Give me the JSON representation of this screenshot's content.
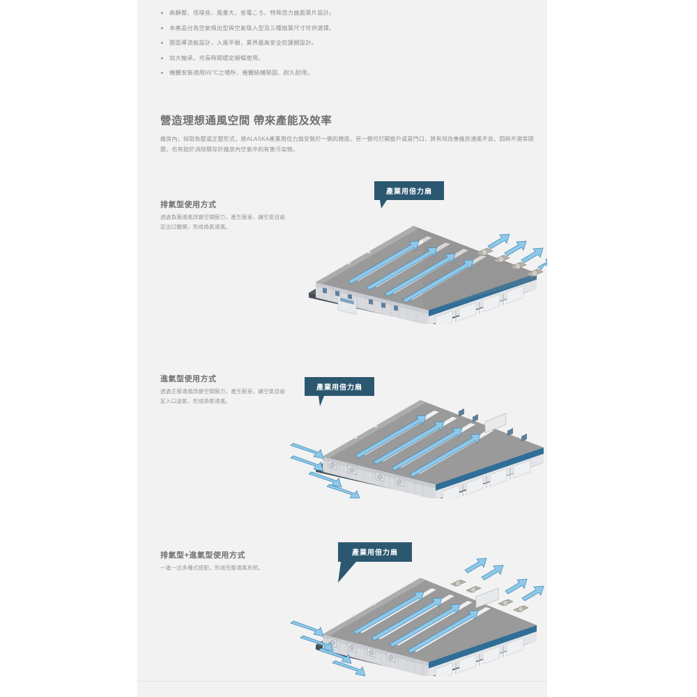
{
  "page": {
    "background_color": "#f2f2f2",
    "outer_background": "#ffffff"
  },
  "features": {
    "items": [
      "高靜壓、低噪音、風量大、省電ころ、特殊倍力曲面葉片設計。",
      "本產品分為空氣噴出型與空氣吸入型及三種扇葉尺寸可供選擇。",
      "圓弧導流板設計，入風平順，業界最高安全防護網設計。",
      "加大軸承，可長時間穩定順暢使用。",
      "機體安裝適用65°C之場所，機體結構堅固、耐久耐用。"
    ]
  },
  "headline": {
    "title": "營造理想通風空間 帶來產能及效率",
    "paragraph": "廠房內，採取負壓或正壓形式，將ALASKA產業用倍力扇安裝於一側的牆面，另一側可打開窗戶或是門口，將有效改善廠房通風不良、悶熱不適等問題，也有助於消除積存於廠房內空氣中的有害污染物。"
  },
  "sections": [
    {
      "id": "exhaust",
      "title": "排氣型使用方式",
      "body": "透過負壓通風改變空間壓力，產生壓差，讓空氣自設定出口離開，形成換氣通風。",
      "callout": "產業用倍力扇",
      "flow": "outflow"
    },
    {
      "id": "intake",
      "title": "進氣型使用方式",
      "body": "透過正壓通風改變空間壓力，產生壓差，讓空氣自設定入口送氣，形成換氣通風。",
      "callout": "產業用倍力扇",
      "flow": "inflow"
    },
    {
      "id": "combined",
      "title": "排氣型+進氣型使用方式",
      "body": "一進一出多種式搭配，形成完整通風系統。",
      "callout": "產業用倍力扇",
      "flow": "both"
    }
  ],
  "colors": {
    "arrow": "#7fc3e8",
    "arrow_stroke": "#3f7fa8",
    "callout_bg": "#2b5870",
    "roof": "#9a9a9a",
    "roof_light": "#b2b2b2",
    "wall": "#d8dade",
    "band": "#2f6e96",
    "base": "#57606a",
    "title": "#6f6f6f",
    "text": "#8d8d8d"
  }
}
